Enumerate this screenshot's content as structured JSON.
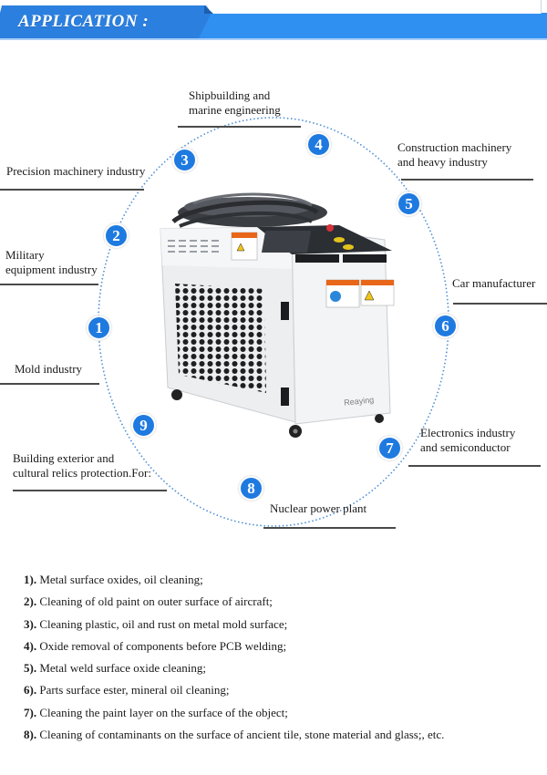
{
  "header": {
    "title": "APPLICATION :",
    "colors": {
      "banner": "#3090f2",
      "tab": "#2b7fde",
      "node": "#1f7ae0"
    }
  },
  "diagram": {
    "nodes": [
      {
        "number": "1",
        "label_lines": [
          "Mold industry"
        ]
      },
      {
        "number": "2",
        "label_lines": [
          "Military",
          "equipment industry"
        ]
      },
      {
        "number": "3",
        "label_lines": [
          "Precision machinery industry"
        ]
      },
      {
        "number": "4",
        "label_lines": [
          "Shipbuilding and",
          "marine engineering"
        ]
      },
      {
        "number": "5",
        "label_lines": [
          "Construction machinery",
          "and heavy industry"
        ]
      },
      {
        "number": "6",
        "label_lines": [
          "Car manufacturer"
        ]
      },
      {
        "number": "7",
        "label_lines": [
          "Electronics industry",
          "and semiconductor"
        ]
      },
      {
        "number": "8",
        "label_lines": [
          "Nuclear power plant"
        ]
      },
      {
        "number": "9",
        "label_lines": [
          "Building exterior and",
          "cultural relics protection.For:"
        ]
      }
    ],
    "product": {
      "image": "handheld-laser-cleaning-machine",
      "brand": "Reaying"
    }
  },
  "uses": [
    {
      "num": "1).",
      "text": " Metal surface oxides, oil cleaning;"
    },
    {
      "num": "2).",
      "text": " Cleaning of old paint on outer surface of aircraft;"
    },
    {
      "num": "3).",
      "text": " Cleaning plastic, oil and rust on metal mold surface;"
    },
    {
      "num": "4).",
      "text": " Oxide removal of components before PCB welding;"
    },
    {
      "num": "5).",
      "text": " Metal weld surface oxide cleaning;"
    },
    {
      "num": "6).",
      "text": " Parts surface ester, mineral oil cleaning;"
    },
    {
      "num": "7).",
      "text": " Cleaning the paint layer on the surface of the object;"
    },
    {
      "num": "8).",
      "text": " Cleaning of contaminants on the surface of ancient tile, stone material and glass;, etc."
    }
  ]
}
